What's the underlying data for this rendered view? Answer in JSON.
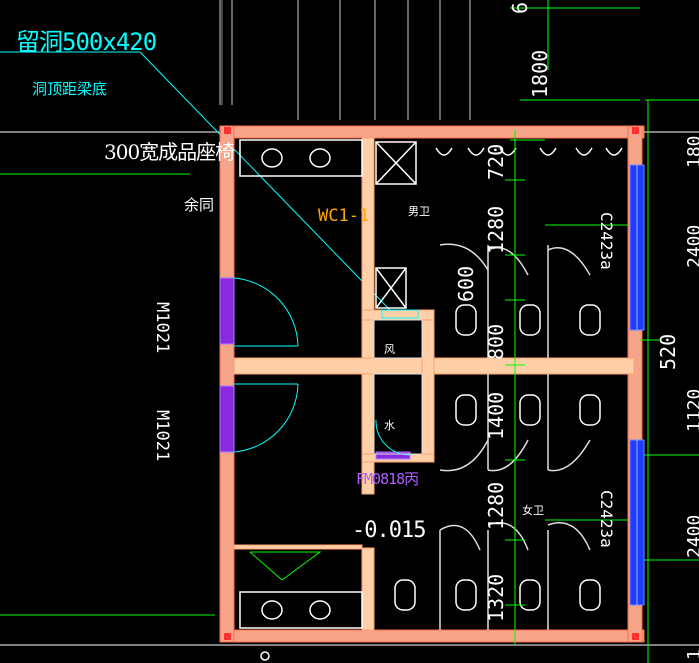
{
  "drawing": {
    "annotations": {
      "opening_label": "留洞500x420",
      "opening_note": "洞顶距梁底",
      "bench_label": "300宽成品座椅",
      "same_note": "余同",
      "room_code": "WC1-1",
      "mens_label": "男卫",
      "womens_label": "女卫",
      "duct_wind": "风",
      "duct_water": "水",
      "fire_door": "FM0818丙",
      "elevation": "-0.015"
    },
    "doors": {
      "upper": "M1021",
      "lower": "M1021"
    },
    "windows": {
      "upper": "C2423a",
      "lower": "C2423a"
    },
    "dimensions": {
      "top": "1800",
      "top_partial": "6",
      "d720": "720",
      "d1280a": "1280",
      "d600": "600",
      "d800": "800",
      "d1400": "1400",
      "d1280b": "1280",
      "d1320": "1320",
      "d520": "520",
      "r180": "180",
      "r2400a": "2400",
      "r1120": "1120",
      "r2400b": "2400",
      "r1": "1"
    },
    "colors": {
      "wall": "#f7a58a",
      "wall_light": "#ffcfa8",
      "partition": "#ffd9b3",
      "dim_green": "#00ff00",
      "cyan": "#00ffff",
      "window_blue": "#1c3cff",
      "door_purple": "#8a2be2",
      "background": "#000000"
    }
  }
}
